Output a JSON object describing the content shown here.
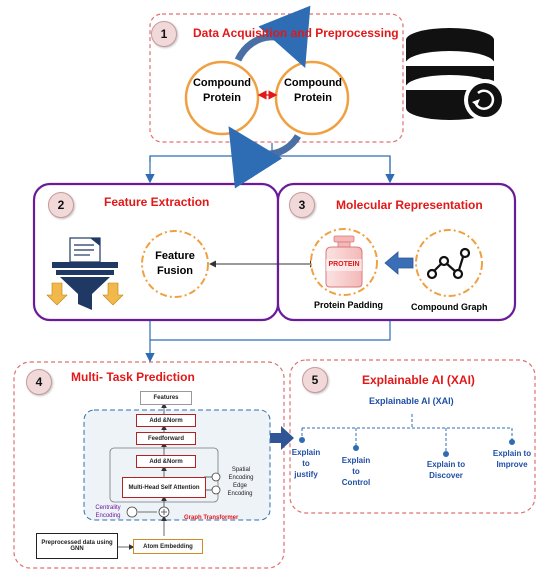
{
  "sections": {
    "s1": {
      "number": "1",
      "title": "Data Acquisition and Preprocessing",
      "left_label": "Compound Protein",
      "right_label": "Compound Protein"
    },
    "s2": {
      "number": "2",
      "title": "Feature Extraction",
      "fusion_label": "Feature Fusion"
    },
    "s3": {
      "number": "3",
      "title": "Molecular Representation",
      "bottle_text": "PROTEIN",
      "protein_label": "Protein Padding",
      "graph_label": "Compound Graph"
    },
    "s4": {
      "number": "4",
      "title": "Multi- Task Prediction",
      "features": "Features",
      "add_norm_top": "Add &Norm",
      "feedforward": "Feedforward",
      "add_norm_bottom": "Add &Norm",
      "attention": "Multi-Head Self Attention",
      "spatial": "Spatial Encoding",
      "edge": "Edge Encoding",
      "centrality": "Centrality Encoding",
      "graph_transformer": "Graph Transformer",
      "atom_embedding": "Atom Embedding",
      "preprocessed": "Preprocessed data using GNN"
    },
    "s5": {
      "number": "5",
      "title": "Explainable AI (XAI)",
      "subtitle": "Explainable AI (XAI)",
      "items": [
        "Explain to justify",
        "Explain to Control",
        "Explain to Discover",
        "Explain to Improve"
      ]
    }
  },
  "colors": {
    "red": "#e21818",
    "purple": "#6a1b9a",
    "orange": "#f0a040",
    "blue": "#2e6db4",
    "dash_red": "#e07070"
  }
}
